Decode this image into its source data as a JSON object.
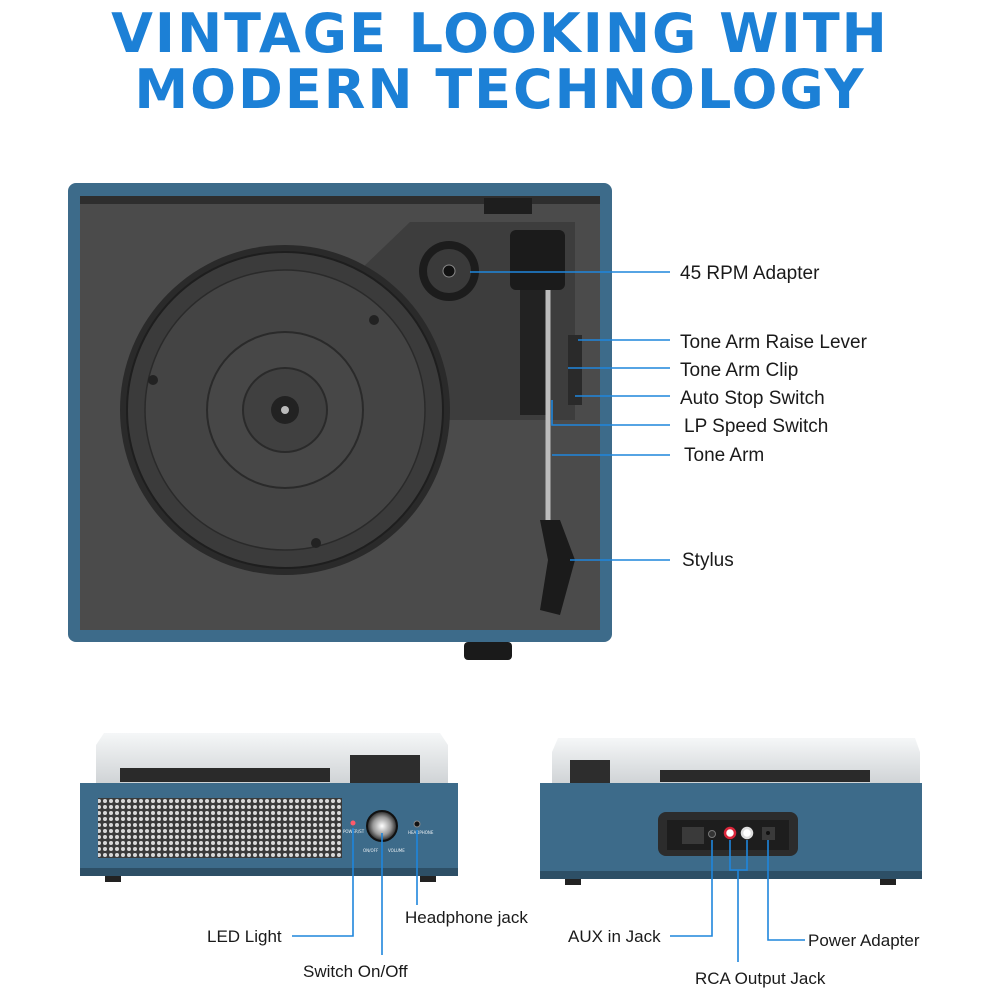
{
  "header": {
    "line1": "VINTAGE LOOKING WITH",
    "line2": "MODERN TECHNOLOGY"
  },
  "top_view_labels": {
    "rpm_adapter": "45 RPM Adapter",
    "raise_lever": "Tone Arm Raise Lever",
    "arm_clip": "Tone Arm Clip",
    "auto_stop": "Auto Stop Switch",
    "lp_speed": "LP Speed Switch",
    "tone_arm": "Tone Arm",
    "stylus": "Stylus"
  },
  "front_view_labels": {
    "led": "LED Light",
    "headphone": "Headphone jack",
    "switch": "Switch On/Off"
  },
  "back_view_labels": {
    "aux": "AUX in Jack",
    "power": "Power Adapter",
    "rca": "RCA Output Jack"
  },
  "device_print": {
    "power_st": "POWER/ST",
    "on_off": "ON/OFF",
    "volume": "VOLUME",
    "headphone": "HEADPHONE"
  },
  "colors": {
    "accent": "#1c80d6",
    "body_blue": "#3d6b8a",
    "felt": "#4b4b4b"
  }
}
